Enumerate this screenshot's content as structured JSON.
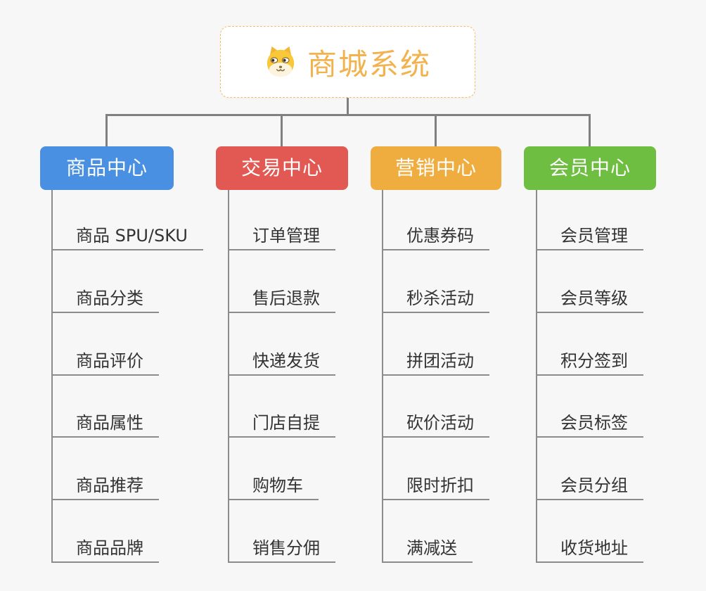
{
  "root": {
    "label": "商城系统",
    "icon": "shiba-dog-face",
    "text_color": "#f2b24e",
    "border_color": "#f3bd6a"
  },
  "branches": [
    {
      "label": "商品中心",
      "color": "#4a90e2",
      "children": [
        "商品 SPU/SKU",
        "商品分类",
        "商品评价",
        "商品属性",
        "商品推荐",
        "商品品牌"
      ]
    },
    {
      "label": "交易中心",
      "color": "#e25852",
      "children": [
        "订单管理",
        "售后退款",
        "快递发货",
        "门店自提",
        "购物车",
        "销售分佣"
      ]
    },
    {
      "label": "营销中心",
      "color": "#efad40",
      "children": [
        "优惠券码",
        "秒杀活动",
        "拼团活动",
        "砍价活动",
        "限时折扣",
        "满减送"
      ]
    },
    {
      "label": "会员中心",
      "color": "#6ebe41",
      "children": [
        "会员管理",
        "会员等级",
        "积分签到",
        "会员标签",
        "会员分组",
        "收货地址"
      ]
    }
  ]
}
